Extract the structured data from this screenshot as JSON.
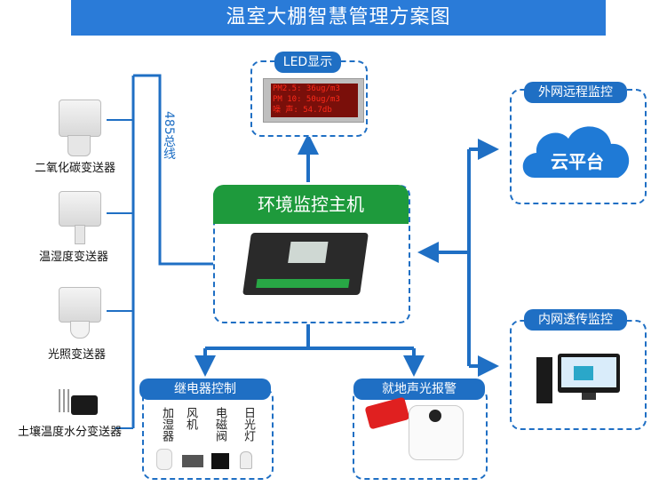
{
  "title": "温室大棚智慧管理方案图",
  "led": {
    "tab_label": "LED显示",
    "lines": [
      "PM2.5: 36ug/m3",
      "PM 10: 50ug/m3",
      "噪 声: 54.7db"
    ]
  },
  "bus_label": "485总线",
  "host": {
    "label": "环境监控主机"
  },
  "sensors": [
    "二氧化碳变送器",
    "温湿度变送器",
    "光照变送器",
    "土壤温度水分变送器"
  ],
  "relay": {
    "tab_label": "继电器控制",
    "devices": [
      "加湿器",
      "风机",
      "电磁阀",
      "日光灯"
    ]
  },
  "alarm": {
    "tab_label": "就地声光报警"
  },
  "cloud": {
    "tab_label": "外网远程监控",
    "label": "云平台"
  },
  "intranet": {
    "tab_label": "内网透传监控"
  },
  "colors": {
    "primary": "#1f6fc4",
    "title_bg": "#2a7bd8",
    "host_green": "#1e9a3c",
    "led_red": "#ff2a1a"
  }
}
